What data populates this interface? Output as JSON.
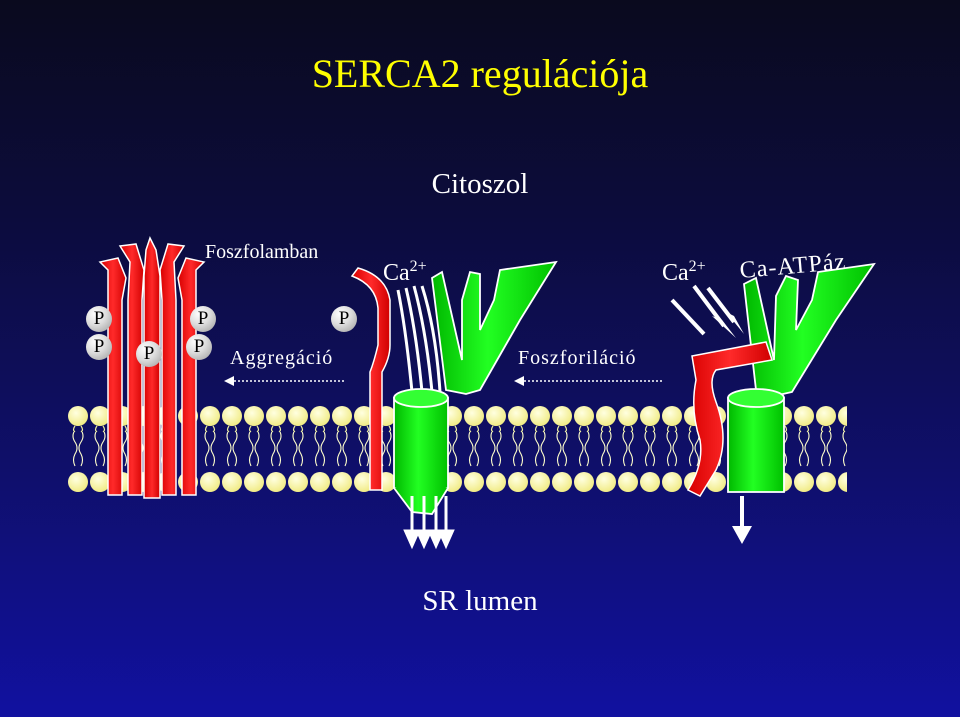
{
  "title": "SERCA2 regulációja",
  "cytosol_label": "Citoszol",
  "lumen_label": "SR lumen",
  "phospholamban_label": "Foszfolamban",
  "ca_label_left": "Ca",
  "ca_label_right": "Ca",
  "ca_charge": "2+",
  "atpase_label": "Ca-ATPáz",
  "aggregation_label": "Aggregáció",
  "phosphorylation_label": "Foszforiláció",
  "phosphate_symbol": "P",
  "colors": {
    "title": "#ffff00",
    "text": "#ffffff",
    "phospholamban": "#ff1111",
    "atpase": "#00ff00",
    "lipid_head": "#ffffaa",
    "phosphate": "#dcdcdc"
  }
}
